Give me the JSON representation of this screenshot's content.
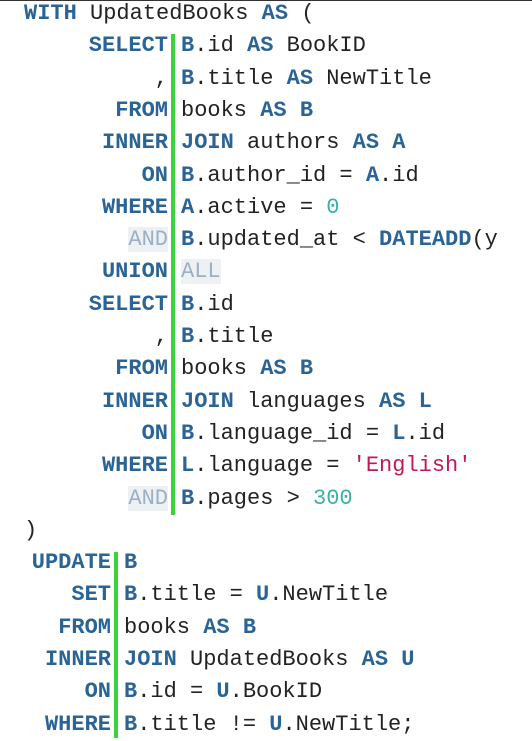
{
  "editor": {
    "language": "sql",
    "gutter_color": "#39d43a",
    "keyword_color": "#2a6496",
    "number_color": "#3bb0a8",
    "string_color": "#c2185b",
    "muted_keyword_color": "#9bb0c4",
    "lines": [
      {
        "left": [
          {
            "t": "WITH",
            "c": "kw"
          },
          {
            "t": " UpdatedBooks ",
            "c": "plain"
          },
          {
            "t": "AS",
            "c": "kw"
          },
          {
            "t": " (",
            "c": "plain"
          }
        ]
      },
      {
        "kw": [
          {
            "t": "SELECT",
            "c": "kw"
          }
        ],
        "code": [
          {
            "t": "B",
            "c": "kw"
          },
          {
            "t": ".id ",
            "c": "plain"
          },
          {
            "t": "AS",
            "c": "kw"
          },
          {
            "t": " BookID",
            "c": "plain"
          }
        ]
      },
      {
        "kw": [
          {
            "t": ",",
            "c": "plain"
          }
        ],
        "code": [
          {
            "t": "B",
            "c": "kw"
          },
          {
            "t": ".title ",
            "c": "plain"
          },
          {
            "t": "AS",
            "c": "kw"
          },
          {
            "t": " NewTitle",
            "c": "plain"
          }
        ]
      },
      {
        "kw": [
          {
            "t": "FROM",
            "c": "kw"
          }
        ],
        "code": [
          {
            "t": "books ",
            "c": "plain"
          },
          {
            "t": "AS",
            "c": "kw"
          },
          {
            "t": " ",
            "c": "plain"
          },
          {
            "t": "B",
            "c": "kw"
          }
        ]
      },
      {
        "kw": [
          {
            "t": "INNER",
            "c": "kw"
          }
        ],
        "code": [
          {
            "t": "JOIN",
            "c": "kw"
          },
          {
            "t": " authors ",
            "c": "plain"
          },
          {
            "t": "AS",
            "c": "kw"
          },
          {
            "t": " ",
            "c": "plain"
          },
          {
            "t": "A",
            "c": "kw"
          }
        ]
      },
      {
        "kw": [
          {
            "t": "ON",
            "c": "kw"
          }
        ],
        "code": [
          {
            "t": "B",
            "c": "kw"
          },
          {
            "t": ".author_id = ",
            "c": "plain"
          },
          {
            "t": "A",
            "c": "kw"
          },
          {
            "t": ".id",
            "c": "plain"
          }
        ]
      },
      {
        "kw": [
          {
            "t": "WHERE",
            "c": "kw"
          }
        ],
        "code": [
          {
            "t": "A",
            "c": "kw"
          },
          {
            "t": ".active = ",
            "c": "plain"
          },
          {
            "t": "0",
            "c": "num"
          }
        ]
      },
      {
        "kw": [
          {
            "t": "AND",
            "c": "soft"
          }
        ],
        "code": [
          {
            "t": "B",
            "c": "kw"
          },
          {
            "t": ".updated_at < ",
            "c": "plain"
          },
          {
            "t": "DATEADD",
            "c": "kw"
          },
          {
            "t": "(y",
            "c": "plain"
          }
        ]
      },
      {
        "kw": [
          {
            "t": "UNION",
            "c": "kw"
          }
        ],
        "code": [
          {
            "t": "ALL",
            "c": "soft"
          }
        ]
      },
      {
        "kw": [
          {
            "t": "SELECT",
            "c": "kw"
          }
        ],
        "code": [
          {
            "t": "B",
            "c": "kw"
          },
          {
            "t": ".id",
            "c": "plain"
          }
        ]
      },
      {
        "kw": [
          {
            "t": ",",
            "c": "plain"
          }
        ],
        "code": [
          {
            "t": "B",
            "c": "kw"
          },
          {
            "t": ".title",
            "c": "plain"
          }
        ]
      },
      {
        "kw": [
          {
            "t": "FROM",
            "c": "kw"
          }
        ],
        "code": [
          {
            "t": "books ",
            "c": "plain"
          },
          {
            "t": "AS",
            "c": "kw"
          },
          {
            "t": " ",
            "c": "plain"
          },
          {
            "t": "B",
            "c": "kw"
          }
        ]
      },
      {
        "kw": [
          {
            "t": "INNER",
            "c": "kw"
          }
        ],
        "code": [
          {
            "t": "JOIN",
            "c": "kw"
          },
          {
            "t": " languages ",
            "c": "plain"
          },
          {
            "t": "AS",
            "c": "kw"
          },
          {
            "t": " ",
            "c": "plain"
          },
          {
            "t": "L",
            "c": "kw"
          }
        ]
      },
      {
        "kw": [
          {
            "t": "ON",
            "c": "kw"
          }
        ],
        "code": [
          {
            "t": "B",
            "c": "kw"
          },
          {
            "t": ".language_id = ",
            "c": "plain"
          },
          {
            "t": "L",
            "c": "kw"
          },
          {
            "t": ".id",
            "c": "plain"
          }
        ]
      },
      {
        "kw": [
          {
            "t": "WHERE",
            "c": "kw"
          }
        ],
        "code": [
          {
            "t": "L",
            "c": "kw"
          },
          {
            "t": ".language = ",
            "c": "plain"
          },
          {
            "t": "'English'",
            "c": "str"
          }
        ]
      },
      {
        "kw": [
          {
            "t": "AND",
            "c": "soft"
          }
        ],
        "code": [
          {
            "t": "B",
            "c": "kw"
          },
          {
            "t": ".pages > ",
            "c": "plain"
          },
          {
            "t": "300",
            "c": "num"
          }
        ]
      },
      {
        "left": [
          {
            "t": ")",
            "c": "plain"
          }
        ]
      },
      {
        "kw": [
          {
            "t": "UPDATE",
            "c": "kw"
          }
        ],
        "code": [
          {
            "t": "B",
            "c": "kw"
          }
        ]
      },
      {
        "kw": [
          {
            "t": "SET",
            "c": "kw"
          }
        ],
        "code": [
          {
            "t": "B",
            "c": "kw"
          },
          {
            "t": ".title = ",
            "c": "plain"
          },
          {
            "t": "U",
            "c": "kw"
          },
          {
            "t": ".NewTitle",
            "c": "plain"
          }
        ]
      },
      {
        "kw": [
          {
            "t": "FROM",
            "c": "kw"
          }
        ],
        "code": [
          {
            "t": "books ",
            "c": "plain"
          },
          {
            "t": "AS",
            "c": "kw"
          },
          {
            "t": " ",
            "c": "plain"
          },
          {
            "t": "B",
            "c": "kw"
          }
        ]
      },
      {
        "kw": [
          {
            "t": "INNER",
            "c": "kw"
          }
        ],
        "code": [
          {
            "t": "JOIN",
            "c": "kw"
          },
          {
            "t": " UpdatedBooks ",
            "c": "plain"
          },
          {
            "t": "AS",
            "c": "kw"
          },
          {
            "t": " ",
            "c": "plain"
          },
          {
            "t": "U",
            "c": "kw"
          }
        ]
      },
      {
        "kw": [
          {
            "t": "ON",
            "c": "kw"
          }
        ],
        "code": [
          {
            "t": "B",
            "c": "kw"
          },
          {
            "t": ".id = ",
            "c": "plain"
          },
          {
            "t": "U",
            "c": "kw"
          },
          {
            "t": ".BookID",
            "c": "plain"
          }
        ]
      },
      {
        "kw": [
          {
            "t": "WHERE",
            "c": "kw"
          }
        ],
        "code": [
          {
            "t": "B",
            "c": "kw"
          },
          {
            "t": ".title != ",
            "c": "plain"
          },
          {
            "t": "U",
            "c": "kw"
          },
          {
            "t": ".NewTitle;",
            "c": "plain"
          }
        ]
      }
    ]
  }
}
